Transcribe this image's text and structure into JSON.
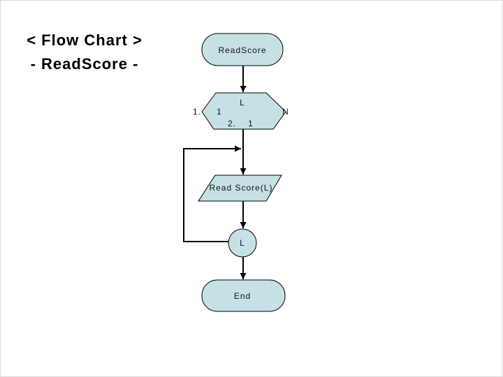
{
  "slide": {
    "title": {
      "line1": "< Flow Chart >",
      "line2": "- ReadScore -"
    }
  },
  "flowchart": {
    "start": {
      "label": "ReadScore"
    },
    "loop": {
      "top_label": "L",
      "outside_left_label": "1.",
      "inside_left_label": "1",
      "bottom_left_label": "2.",
      "bottom_right_label": "1",
      "outside_right_label": "N"
    },
    "read": {
      "label": "Read Score(L)"
    },
    "junction": {
      "label": "L"
    },
    "end": {
      "label": "End"
    }
  },
  "colors": {
    "shape_fill": "#c5e1e5",
    "shape_stroke": "#000000",
    "connector": "#000000",
    "slide_background": "#ffffff"
  }
}
